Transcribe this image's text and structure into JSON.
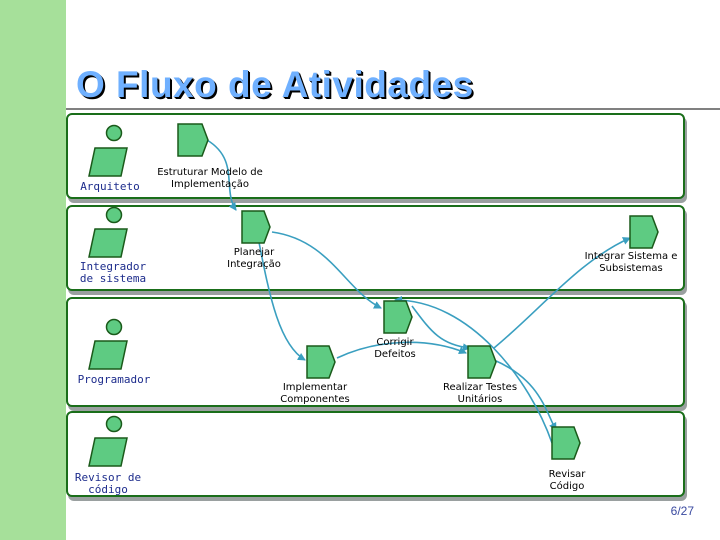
{
  "title": "O Fluxo de Atividades",
  "page_number": "6/27",
  "colors": {
    "left_band": "#a6e09a",
    "title_fill": "#6fb0ff",
    "lane_border": "#1a6e1a",
    "shape_fill": "#5ecb82",
    "shape_stroke": "#1a5a1a",
    "arrow": "#3a9fc0",
    "actor_text": "#1d2c8c"
  },
  "actors": [
    {
      "name": "Arquiteto",
      "icon": "worker-icon"
    },
    {
      "name": "Integrador de sistema",
      "icon": "worker-icon"
    },
    {
      "name": "Programador",
      "icon": "worker-icon"
    },
    {
      "name": "Revisor de código",
      "icon": "worker-icon"
    }
  ],
  "activities": [
    {
      "id": "estruturar",
      "label": "Estruturar Modelo de Implementação",
      "actor": "Arquiteto"
    },
    {
      "id": "planejar",
      "label": "Planejar Integração",
      "actor": "Integrador de sistema"
    },
    {
      "id": "integrar",
      "label": "Integrar Sistema e Subsistemas",
      "actor": "Integrador de sistema"
    },
    {
      "id": "corrigir",
      "label": "Corrigir Defeitos",
      "actor": "Programador"
    },
    {
      "id": "implementar",
      "label": "Implementar Componentes",
      "actor": "Programador"
    },
    {
      "id": "testes",
      "label": "Realizar Testes Unitários",
      "actor": "Programador"
    },
    {
      "id": "revisar",
      "label": "Revisar Código",
      "actor": "Revisor de código"
    }
  ],
  "flows": [
    {
      "from": "estruturar",
      "to": "planejar"
    },
    {
      "from": "planejar",
      "to": "implementar"
    },
    {
      "from": "implementar",
      "to": "testes"
    },
    {
      "from": "testes",
      "to": "revisar"
    },
    {
      "from": "revisar",
      "to": "corrigir"
    },
    {
      "from": "corrigir",
      "to": "testes"
    },
    {
      "from": "testes",
      "to": "integrar"
    },
    {
      "from": "planejar",
      "to": "corrigir"
    }
  ]
}
